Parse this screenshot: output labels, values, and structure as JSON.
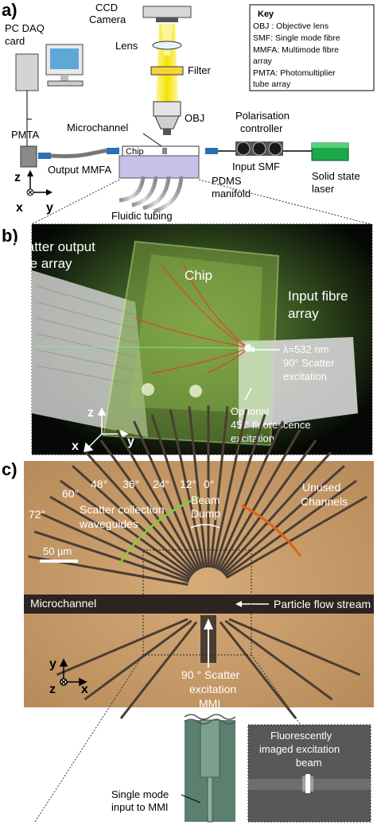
{
  "panel_a": {
    "label": "a)",
    "ccd_camera": [
      "CCD",
      "Camera"
    ],
    "lens": "Lens",
    "filter": "Filter",
    "obj": "OBJ",
    "pc_daq": [
      "PC DAQ",
      "card"
    ],
    "pmta": "PMTA",
    "microchannel": "Microchannel",
    "chip": "Chip",
    "polarisation": [
      "Polarisation",
      "controller"
    ],
    "input_smf": "Input SMF",
    "output_mmfa": "Output MMFA",
    "laser": [
      "Solid state",
      "laser"
    ],
    "pdms": [
      "PDMS",
      "manifold"
    ],
    "fluidic_tubing": "Fluidic tubing",
    "axis_z": "z",
    "axis_x": "x",
    "axis_y": "y",
    "key": {
      "title": "Key",
      "lines": [
        "OBJ : Objective lens",
        "SMF:  Single mode fibre",
        "MMFA: Multimode fibre",
        "array",
        "PMTA: Photomultiplier",
        "tube array"
      ]
    }
  },
  "panel_b": {
    "label": "b)",
    "scatter_output": [
      "Scatter output",
      "fibre array"
    ],
    "chip": "Chip",
    "input_fibre": [
      "Input fibre",
      "array"
    ],
    "wavelength": [
      "λ=532 nm",
      "90° Scatter",
      "excitation"
    ],
    "optional": [
      "Optional",
      "45 ° fluorescence",
      "excitation"
    ],
    "axis_z": "z",
    "axis_x": "x",
    "axis_y": "y"
  },
  "panel_c": {
    "label": "c)",
    "angles": [
      "72°",
      "60°",
      "48°",
      "36°",
      "24°",
      "12°",
      "0°"
    ],
    "scatter_wg": [
      "Scatter collection",
      "waveguides"
    ],
    "beam_dump": [
      "Beam",
      "Dump"
    ],
    "unused": [
      "Unused",
      "Channels"
    ],
    "scale": "50 µm",
    "microchannel": "Microchannel",
    "particle_flow": "Particle flow stream",
    "mmi": [
      "90 ° Scatter",
      "excitation",
      "MMI"
    ],
    "single_mode": [
      "Single mode",
      "input to MMI"
    ],
    "fluorescent": [
      "Fluorescently",
      "imaged excitation",
      "beam"
    ],
    "axis_y": "y",
    "axis_z": "z",
    "axis_x": "x"
  },
  "colors": {
    "beam": "#f2e200",
    "laser": "#1aa84a",
    "chip_base": "#c9c0ea",
    "microscope_bg": "#c49a6a",
    "photo_bg": "#0c140c"
  }
}
